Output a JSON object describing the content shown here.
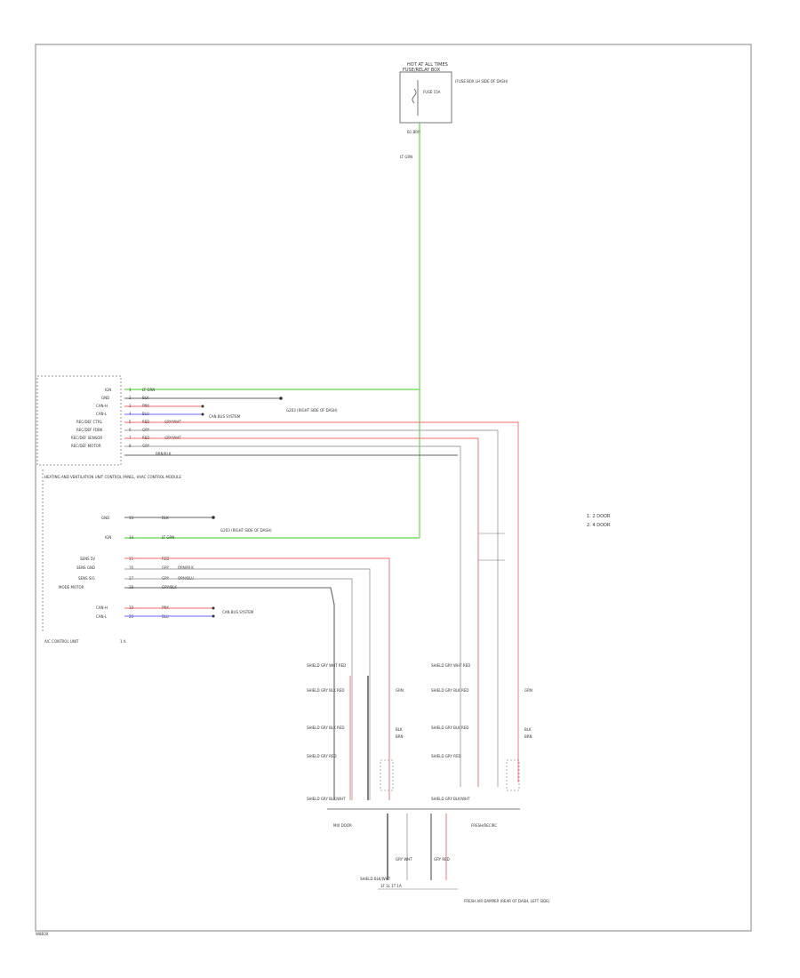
{
  "diagram": {
    "footer_code": "W8B3X",
    "colors": {
      "frame": "#9a9a9a",
      "wire_green": "#7ddc6a",
      "wire_red": "#f06a6a",
      "wire_blue": "#6a6aff",
      "wire_gray": "#a0a0a0",
      "wire_dark": "#606060",
      "text": "#333333"
    },
    "fuse_box": {
      "title_line1": "HOT AT ALL TIMES",
      "title_line2": "FUSE/RELAY BOX",
      "fuse_label": "FUSE 15A",
      "note": "(FUSE BOX LH SIDE OF DASH)",
      "pin_label": "B1  BRN"
    },
    "feed_wire_label": "LT GRN",
    "control_unit": {
      "pins_top": [
        {
          "name": "IGN",
          "pin": "1",
          "color": "LT GRN"
        },
        {
          "name": "GND",
          "pin": "2",
          "color": "BLK"
        },
        {
          "name": "CAN-H",
          "pin": "3",
          "color": "PNK"
        },
        {
          "name": "CAN-L",
          "pin": "4",
          "color": "BLU"
        },
        {
          "name": "REC/DEF CTRL",
          "pin": "5",
          "color": "RED",
          "wire": "GRY/WHT"
        },
        {
          "name": "REC/DEF FDBK",
          "pin": "6",
          "color": "GRY"
        },
        {
          "name": "REC/DEF SENSOR",
          "pin": "7",
          "color": "RED",
          "wire": "GRY/WHT"
        },
        {
          "name": "REC/DEF MOTOR",
          "pin": "8",
          "color": "GRY",
          "wire": "BRN/BLK"
        }
      ],
      "ground_note_top": "G203 (RIGHT SIDE OF DASH)",
      "can_note_top": "CAN BUS SYSTEM",
      "label_block": "HEATING AND VENTILATION UNIT CONTROL PANEL, HVAC CONTROL MODULE",
      "pins_bottom": [
        {
          "name": "GND",
          "pin": "13",
          "color": "BLK"
        },
        {
          "name": "IGN",
          "pin": "14",
          "color": "LT GRN"
        },
        {
          "name": "SENS 5V",
          "pin": "15",
          "color": "RED"
        },
        {
          "name": "SENS GND",
          "pin": "16",
          "color": "GRY",
          "wire": "ORN/BLK"
        },
        {
          "name": "SENS SIG",
          "pin": "17",
          "color": "GRY",
          "wire": "ORN/BLU"
        },
        {
          "name": "MODE MOTOR",
          "pin": "18",
          "color": "GRY/BLK"
        },
        {
          "name": "CAN-H",
          "pin": "19",
          "color": "PNK"
        },
        {
          "name": "CAN-L",
          "pin": "20",
          "color": "BLU"
        }
      ],
      "ground_note_bottom": "G203 (RIGHT SIDE OF DASH)",
      "can_note_bottom": "CAN BUS SYSTEM",
      "footer_label": "A/C CONTROL UNIT",
      "footer_pins": "1   A"
    },
    "notes": {
      "line1": "1: 2 DOOR",
      "line2": "2: 4 DOOR"
    },
    "motors": [
      {
        "label": "MIX DOOR",
        "rows": [
          "SHIELD  GRY  WHT  RED",
          "SHIELD  GRY  BLK  RED",
          "SHIELD  GRY  BLK  RED",
          "SHIELD  GRY  RED",
          "SHIELD  GRY  BLK/WHT"
        ],
        "side_labels": [
          "GRN",
          "BLK",
          "BRN"
        ]
      },
      {
        "label": "FRESH/RECIRC",
        "rows": [
          "SHIELD  GRY  WHT  RED",
          "SHIELD  GRY  BLK  RED",
          "SHIELD  GRY  BLK  RED",
          "SHIELD  GRY  RED",
          "SHIELD  GRY  BLK/WHT"
        ],
        "side_labels": [
          "GRN",
          "BLK",
          "BRN"
        ]
      }
    ],
    "bottom_connector": {
      "label": "SHIELD  BLK/WHT",
      "wire_a": "GRY WHT",
      "wire_b": "GRY RED",
      "pins": "1F   1L   1T   1A"
    },
    "bottom_note": "FRESH AIR DAMPER (REAR OF DASH, LEFT SIDE)"
  }
}
